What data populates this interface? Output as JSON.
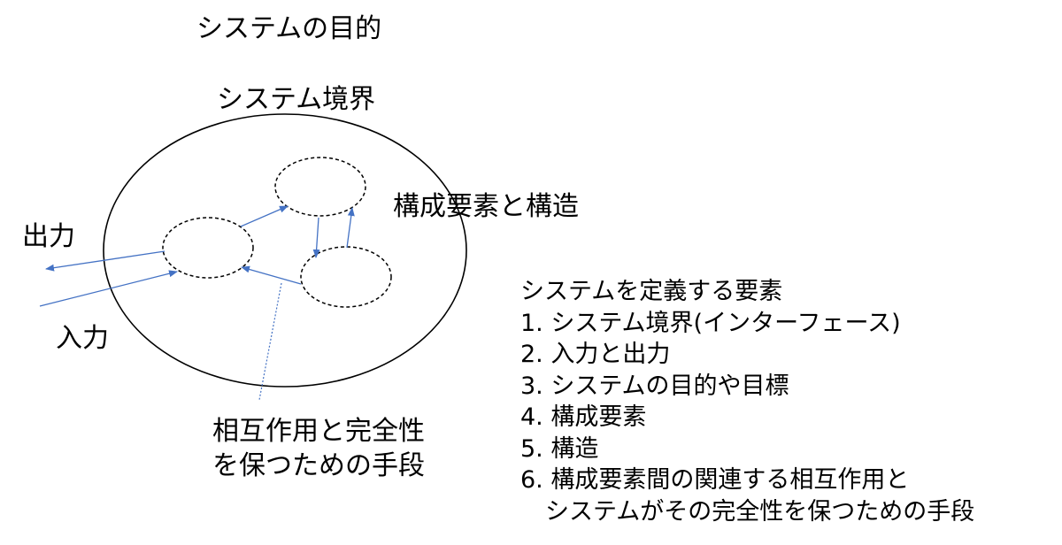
{
  "diagram": {
    "title_purpose": "システムの目的",
    "label_boundary": "システム境界",
    "label_components": "構成要素と構造",
    "label_output": "出力",
    "label_input": "入力",
    "label_interaction_line1": "相互作用と完全性",
    "label_interaction_line2": "を保つための手段"
  },
  "definition": {
    "heading": "システムを定義する要素",
    "items": [
      "1. システム境界(インターフェース)",
      "2. 入力と出力",
      "3. システムの目的や目標",
      "4. 構成要素",
      "5. 構造",
      "6. 構成要素間の関連する相互作用と"
    ],
    "item6_continued": "システムがその完全性を保つための手段"
  },
  "colors": {
    "arrow": "#4472c4",
    "outline": "#000000"
  }
}
